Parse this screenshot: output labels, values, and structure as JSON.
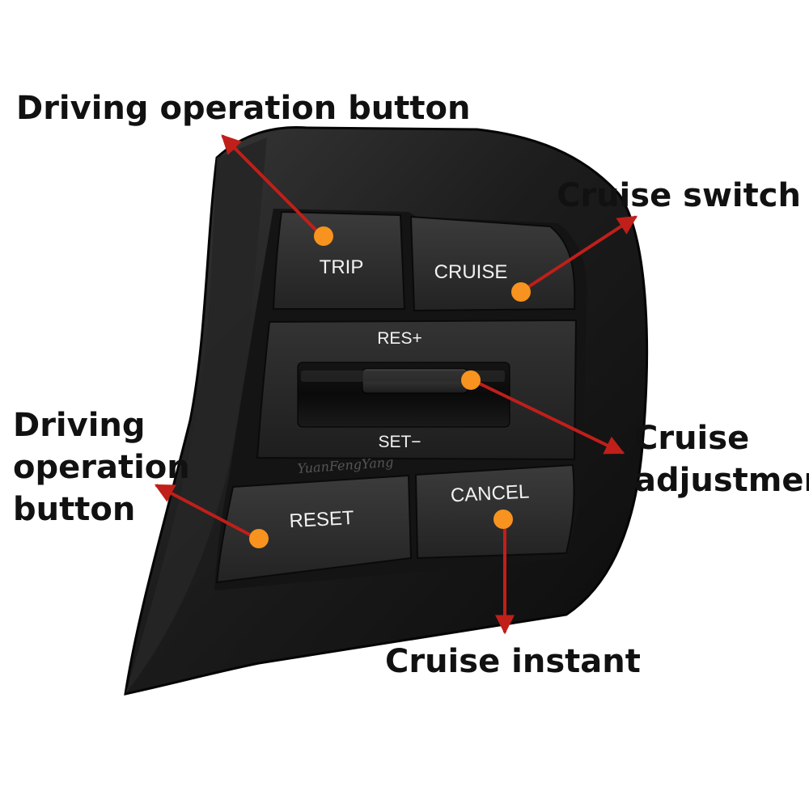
{
  "colors": {
    "background": "#ffffff",
    "housing": "#1a1a1a",
    "button_face": "#2d2d2d",
    "label_text": "#f2f2f2",
    "arrow": "#c01f1a",
    "dot": "#f7931e"
  },
  "buttons": {
    "trip": "TRIP",
    "cruise": "CRUISE",
    "res_plus": "RES+",
    "set_minus": "SET−",
    "reset": "RESET",
    "cancel": "CANCEL"
  },
  "callouts": {
    "top_left": "Driving operation button",
    "top_right": "Cruise switch",
    "mid_left": [
      "Driving",
      "operation",
      "button"
    ],
    "mid_right": [
      "Cruise",
      "adjustmen"
    ],
    "bottom": "Cruise instant"
  },
  "watermark": "YuanFengYang"
}
